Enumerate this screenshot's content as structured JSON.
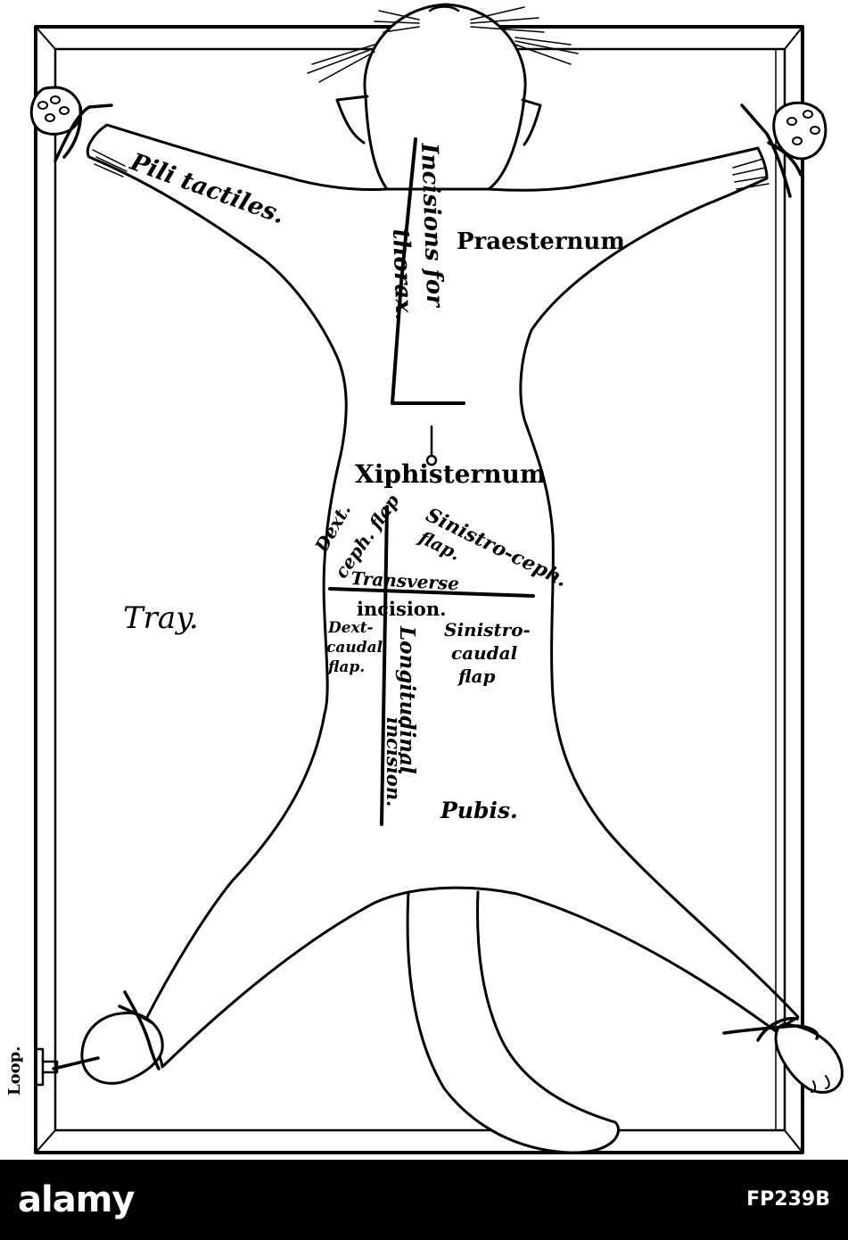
{
  "figure": {
    "labels": {
      "pili_tactiles": "Pili tactiles.",
      "incisions_for_thorax_1": "Incisions for",
      "incisions_for_thorax_2": "thorax.",
      "praesternum": "Praesternum",
      "xiphisternum": "Xiphisternum",
      "dext_ceph_flap_1": "Dext.",
      "dext_ceph_flap_2": "ceph. flap",
      "sinistro_ceph_flap_1": "Sinistro-ceph.",
      "sinistro_ceph_flap_2": "flap.",
      "transverse_incision_1": "Transverse",
      "transverse_incision_2": "incision.",
      "dext_caudal_flap_1": "Dext-",
      "dext_caudal_flap_2": "caudal",
      "dext_caudal_flap_3": "flap.",
      "sinistro_caudal_flap_1": "Sinistro-",
      "sinistro_caudal_flap_2": "caudal",
      "sinistro_caudal_flap_3": "flap",
      "longitudinal_incision_1": "Longitudinal",
      "longitudinal_incision_2": "incision.",
      "tray": "Tray.",
      "pubis": "Pubis.",
      "loop": "Loop."
    }
  },
  "footer": {
    "wordmark": "alamy",
    "stock_id": "FP239B"
  },
  "colors": {
    "ink": "#000000",
    "paper": "#ffffff",
    "footer_bg": "#000000",
    "footer_text": "#ffffff"
  }
}
